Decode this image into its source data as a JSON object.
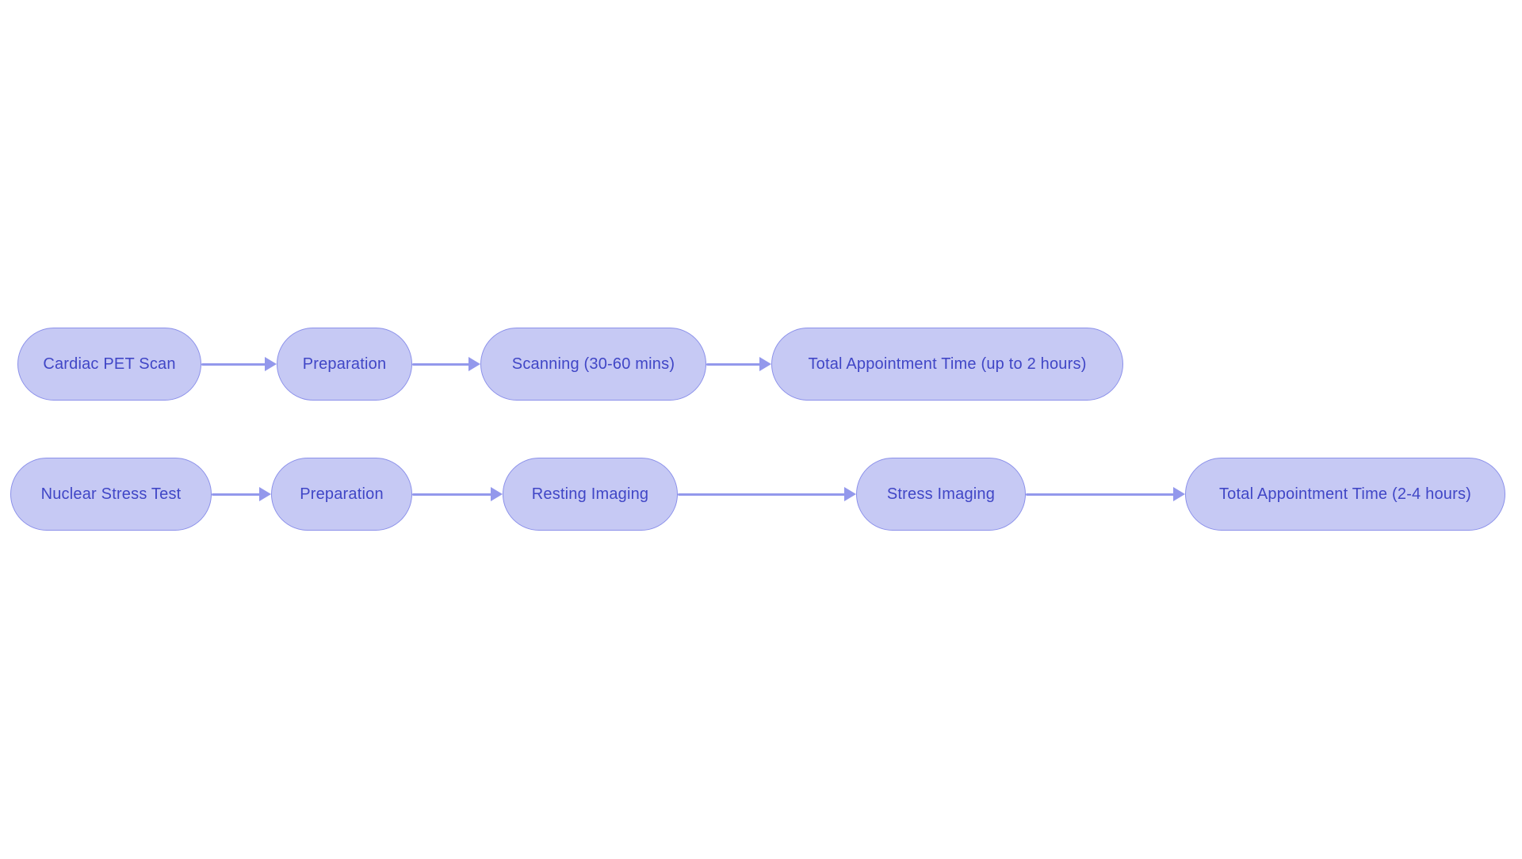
{
  "diagram": {
    "type": "flowchart",
    "background_color": "#ffffff",
    "node_fill_color": "#c6c9f4",
    "node_border_color": "#8b90ea",
    "node_text_color": "#4046c6",
    "arrow_color": "#9398ec",
    "flows": [
      {
        "id": "cardiac-pet-scan-flow",
        "nodes": [
          "Cardiac PET Scan",
          "Preparation",
          "Scanning (30-60 mins)",
          "Total Appointment Time (up to 2 hours)"
        ]
      },
      {
        "id": "nuclear-stress-test-flow",
        "nodes": [
          "Nuclear Stress Test",
          "Preparation",
          "Resting Imaging",
          "Stress Imaging",
          "Total Appointment Time (2-4 hours)"
        ]
      }
    ],
    "edges": [
      {
        "flow": "cardiac-pet-scan-flow",
        "from": "Cardiac PET Scan",
        "to": "Preparation"
      },
      {
        "flow": "cardiac-pet-scan-flow",
        "from": "Preparation",
        "to": "Scanning (30-60 mins)"
      },
      {
        "flow": "cardiac-pet-scan-flow",
        "from": "Scanning (30-60 mins)",
        "to": "Total Appointment Time (up to 2 hours)"
      },
      {
        "flow": "nuclear-stress-test-flow",
        "from": "Nuclear Stress Test",
        "to": "Preparation"
      },
      {
        "flow": "nuclear-stress-test-flow",
        "from": "Preparation",
        "to": "Resting Imaging"
      },
      {
        "flow": "nuclear-stress-test-flow",
        "from": "Resting Imaging",
        "to": "Stress Imaging"
      },
      {
        "flow": "nuclear-stress-test-flow",
        "from": "Stress Imaging",
        "to": "Total Appointment Time (2-4 hours)"
      }
    ]
  }
}
